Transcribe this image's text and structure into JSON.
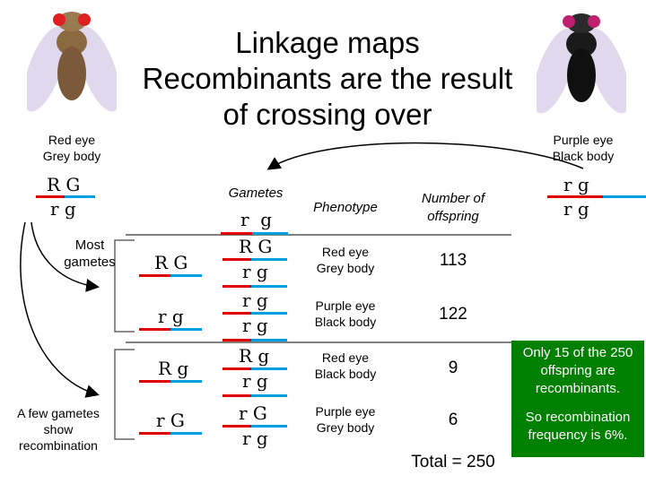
{
  "title_lines": [
    "Linkage maps",
    "Recombinants are the result",
    "of crossing over"
  ],
  "left_fly": {
    "line1": "Red eye",
    "line2": "Grey body",
    "allele_top": "R G",
    "allele_bottom": "r g"
  },
  "right_fly": {
    "line1": "Purple eye",
    "line2": "Black body",
    "allele_top": "r g",
    "allele_bottom": "r g"
  },
  "most_gametes": {
    "line1": "Most",
    "line2": "gametes"
  },
  "few_gametes": {
    "line1": "A few gametes",
    "line2": "show",
    "line3": "recombination"
  },
  "table": {
    "header_gametes": "Gametes",
    "header_phenotype": "Phenotype",
    "header_number_line1": "Number of",
    "header_number_line2": "offspring",
    "rows": [
      {
        "gamete": "R G",
        "offspring_top": "R G",
        "offspring_bottom": "r g",
        "phenotype_line1": "Red eye",
        "phenotype_line2": "Grey body",
        "number": "113"
      },
      {
        "gamete": "r g",
        "offspring_top": "r g",
        "offspring_bottom": "r g",
        "phenotype_line1": "Purple eye",
        "phenotype_line2": "Black body",
        "number": "122"
      },
      {
        "gamete": "R g",
        "offspring_top": "R g",
        "offspring_bottom": "r g",
        "phenotype_line1": "Red eye",
        "phenotype_line2": "Black body",
        "number": "9"
      },
      {
        "gamete": "r G",
        "offspring_top": "r G",
        "offspring_bottom": "r g",
        "phenotype_line1": "Purple eye",
        "phenotype_line2": "Grey body",
        "number": "6"
      }
    ],
    "total": "Total = 250"
  },
  "note_box": {
    "para1_line1": "Only 15 of the 250",
    "para1_line2": "offspring are",
    "para1_line3": "recombinants.",
    "para2_line1": "So recombination",
    "para2_line2": "frequency is 6%."
  },
  "colors": {
    "red_bar": "#e00000",
    "blue_bar": "#00a0e0",
    "green_box": "#008000",
    "grey_rule": "#808080"
  }
}
